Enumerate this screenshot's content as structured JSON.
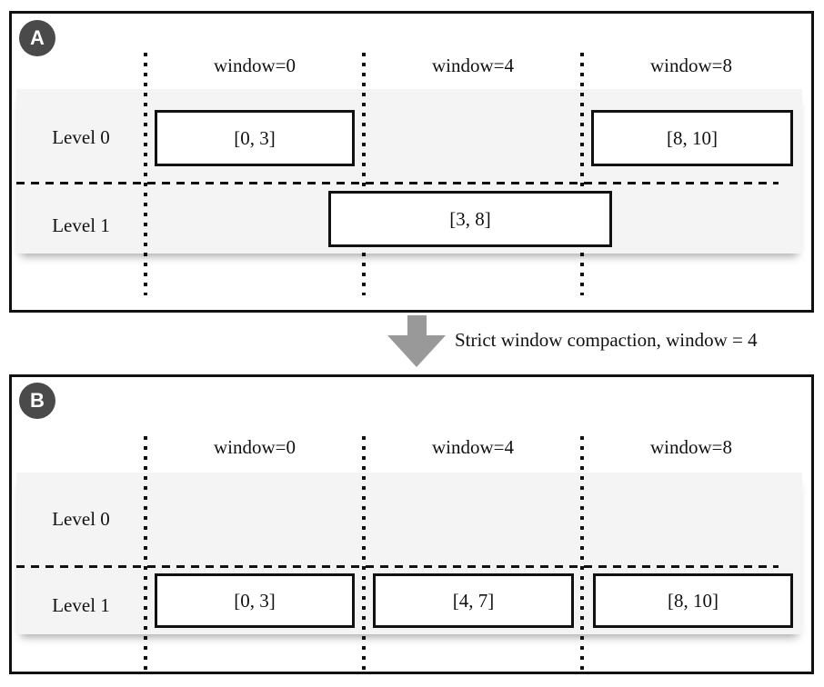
{
  "diagram": {
    "panel_a": {
      "badge": "A",
      "headers": [
        "window=0",
        "window=4",
        "window=8"
      ],
      "levels": [
        "Level 0",
        "Level 1"
      ],
      "sstables": [
        {
          "label": "[0, 3]",
          "level": "Level 0",
          "window": "window=0"
        },
        {
          "label": "[8, 10]",
          "level": "Level 0",
          "window": "window=8"
        },
        {
          "label": "[3, 8]",
          "level": "Level 1",
          "window": "spans window=0 to window=8"
        }
      ]
    },
    "transition": {
      "label": "Strict window compaction, window = 4"
    },
    "panel_b": {
      "badge": "B",
      "headers": [
        "window=0",
        "window=4",
        "window=8"
      ],
      "levels": [
        "Level 0",
        "Level 1"
      ],
      "sstables": [
        {
          "label": "[0, 3]",
          "level": "Level 1",
          "window": "window=0"
        },
        {
          "label": "[4, 7]",
          "level": "Level 1",
          "window": "window=4"
        },
        {
          "label": "[8, 10]",
          "level": "Level 1",
          "window": "window=8"
        }
      ]
    },
    "colors": {
      "badge_bg": "#4a4a4a",
      "badge_text": "#ffffff",
      "row_band_bg": "#f4f4f4",
      "arrow": "#999999",
      "line": "#111111"
    }
  }
}
